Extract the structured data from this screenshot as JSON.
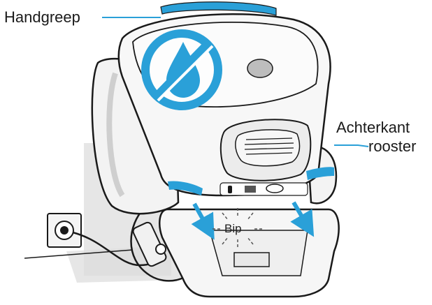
{
  "labels": {
    "handle": "Handgreep",
    "back_grid_line1": "Achterkant",
    "back_grid_line2": "rooster",
    "beep": "Bip"
  },
  "colors": {
    "accent_blue": "#2aa0d8",
    "outline": "#1a1a1a",
    "body_light": "#f2f2f2",
    "shadow_gray": "#d6d6d6",
    "wall_gray": "#e4e4e4"
  },
  "icons": {
    "no_water": "no-water-prohibition-icon",
    "power_socket": "wall-socket-icon"
  }
}
